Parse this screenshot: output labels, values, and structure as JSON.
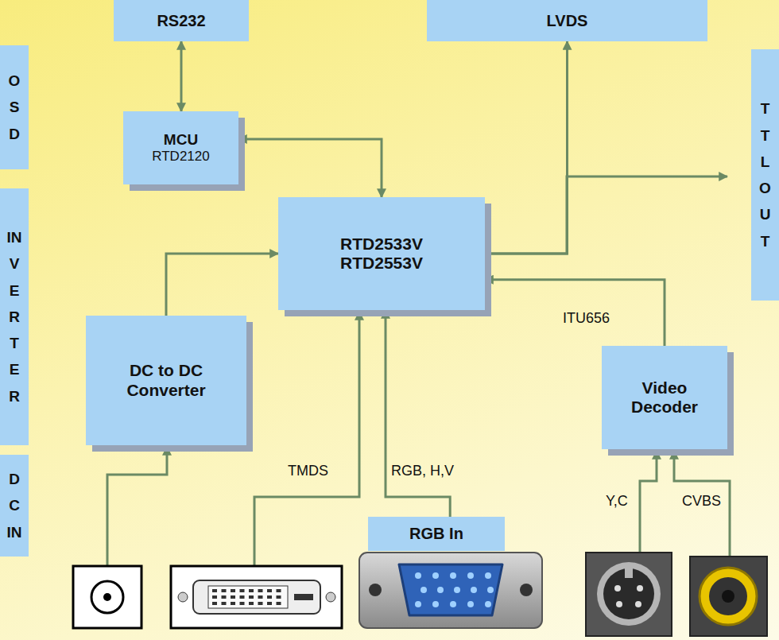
{
  "diagram": {
    "nodes": [
      {
        "text": [
          "RS232"
        ]
      },
      {
        "text": [
          "LVDS"
        ]
      },
      {
        "text": [
          "OSD"
        ]
      },
      {
        "text": [
          "MCU",
          "RTD2120"
        ]
      },
      {
        "text": [
          "TTL OUT"
        ]
      },
      {
        "text": [
          "INVERTER"
        ]
      },
      {
        "text": [
          "RTD2533V RTD2553V"
        ]
      },
      {
        "text": [
          "DC to DC Converter"
        ]
      },
      {
        "text": [
          "Video Decoder"
        ]
      },
      {
        "text": [
          "DC IN"
        ]
      },
      {
        "text": [
          "RGB In"
        ]
      }
    ],
    "edges": [
      {
        "from": 0,
        "to": 3,
        "arrow": "both"
      },
      {
        "from": 3,
        "to": 6,
        "arrow": "both"
      },
      {
        "from": 7,
        "to": 6,
        "arrow": "to"
      },
      {
        "from": 6,
        "to": 1,
        "arrow": "to"
      },
      {
        "from": 6,
        "to": 4,
        "arrow": "to"
      },
      {
        "from": 8,
        "to": 6,
        "label": "ITU656",
        "arrow": "to"
      },
      {
        "from": 10,
        "to": 6,
        "label": "RGB, H,V",
        "arrow": "to"
      }
    ],
    "labels": [
      "TMDS",
      "Y,C",
      "CVBS"
    ]
  }
}
